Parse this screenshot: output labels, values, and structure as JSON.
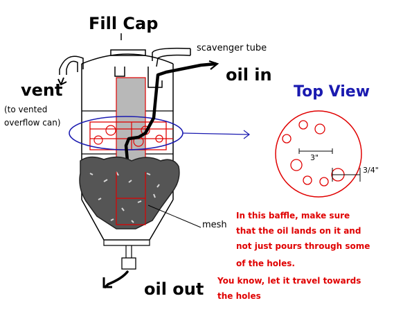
{
  "labels": {
    "fill_cap": "Fill Cap",
    "scavenger_tube": "scavenger tube",
    "oil_in": "oil in",
    "vent": "vent",
    "vent_note_1": "(to vented",
    "vent_note_2": "overflow can)",
    "top_view": "Top View",
    "dim_center": "3\"",
    "dim_hole": "3/4\"",
    "mesh": "mesh",
    "oil_out": "oil out"
  },
  "note_lines": [
    "In this baffle, make sure",
    "that the oil lands on it and",
    "not just pours through some",
    "of the holes.",
    "You know, let it travel towards",
    "the holes"
  ],
  "colors": {
    "ink": "#000000",
    "red": "#e00000",
    "blue": "#1a1ab0",
    "media": "#555555"
  }
}
